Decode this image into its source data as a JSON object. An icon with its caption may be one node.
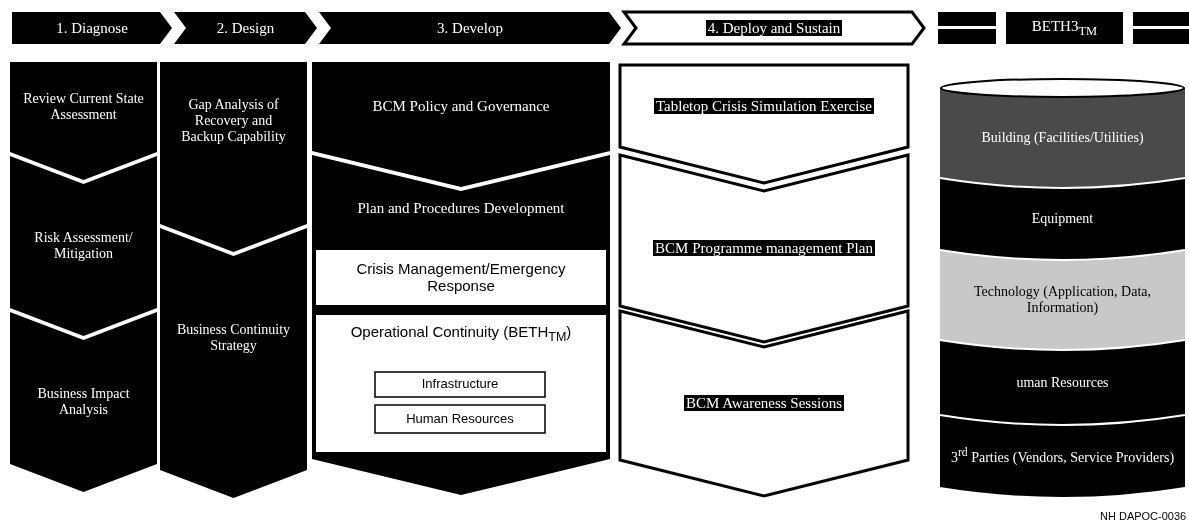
{
  "diagram": {
    "nodes": [
      {
        "text": [
          "1. Diagnose"
        ]
      },
      {
        "text": [
          "2. Design"
        ]
      },
      {
        "text": [
          "3. Develop"
        ]
      },
      {
        "text": [
          "4. Deploy and Sustain"
        ]
      },
      {
        "text": [
          "BETH3$_{TM}$"
        ]
      },
      {
        "text": [
          "Review Current State Assessment"
        ]
      },
      {
        "text": [
          "Risk Assessment/ Mitigation"
        ]
      },
      {
        "text": [
          "Business Impact Analysis"
        ]
      },
      {
        "text": [
          "Gap Analysis of Recovery and Backup Capability"
        ]
      },
      {
        "text": [
          "Business Continuity Strategy"
        ]
      },
      {
        "text": [
          "BCM Policy and Governance"
        ]
      },
      {
        "text": [
          "Plan and Procedures Development"
        ]
      },
      {
        "text": [
          "Crisis Management/Emergency Response"
        ],
        "in": 11
      },
      {
        "text": [
          "Operational Continuity (BETH$_{TM}$)"
        ],
        "in": 11
      },
      {
        "text": [
          "Infrastructure"
        ],
        "in": 13
      },
      {
        "text": [
          "Human Resources"
        ],
        "in": 13
      },
      {
        "text": [
          "Tabletop Crisis Simulation Exercise"
        ]
      },
      {
        "text": [
          "BCM Programme management Plan"
        ]
      },
      {
        "text": [
          "BCM Awareness Sessions"
        ]
      },
      {
        "text": [],
        "shape": "ellipse"
      },
      {
        "text": [
          "Building (Facilities/Utilities)"
        ]
      },
      {
        "text": [
          "Equipment"
        ]
      },
      {
        "text": [
          "Technology (Application, Data, Information)"
        ]
      },
      {
        "text": [
          "uman Resources"
        ]
      },
      {
        "text": [
          "3$^{rd}$ Parties (Vendors, Service Providers)"
        ]
      }
    ],
    "labels": [
      "NH DAPOC-0036"
    ]
  }
}
